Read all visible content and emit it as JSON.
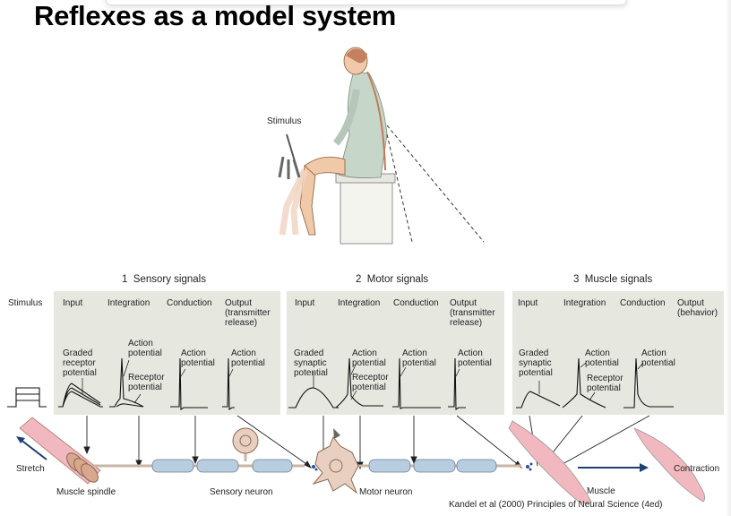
{
  "slide": {
    "title": "Reflexes as a model system",
    "stimulus_label": "Stimulus",
    "citation": "Kandel et al (2000) Principles of Neural Science (4ed)"
  },
  "sections": [
    {
      "number": "1",
      "title": "Sensory signals"
    },
    {
      "number": "2",
      "title": "Motor signals"
    },
    {
      "number": "3",
      "title": "Muscle signals"
    }
  ],
  "row_label": "Stimulus",
  "columns": {
    "input": "Input",
    "integration": "Integration",
    "conduction": "Conduction",
    "output_transmitter": [
      "Output",
      "(transmitter",
      "release)"
    ],
    "output_behavior": [
      "Output",
      "(behavior)"
    ]
  },
  "waveform_labels": {
    "graded_receptor": [
      "Graded",
      "receptor",
      "potential"
    ],
    "graded_synaptic": [
      "Graded",
      "synaptic",
      "potential"
    ],
    "action_potential": [
      "Action",
      "potential"
    ],
    "receptor_potential": [
      "Receptor",
      "potential"
    ]
  },
  "anatomy": {
    "stretch": "Stretch",
    "muscle_spindle": "Muscle spindle",
    "sensory_neuron": "Sensory neuron",
    "motor_neuron": "Motor neuron",
    "muscle": "Muscle",
    "contraction": "Contraction"
  },
  "colors": {
    "panel": "#e6e8e0",
    "muscle": "#f2b8bf",
    "neuron": "#e9cfbf",
    "myelin": "#b9cde0",
    "arrow": "#1f3f73"
  }
}
